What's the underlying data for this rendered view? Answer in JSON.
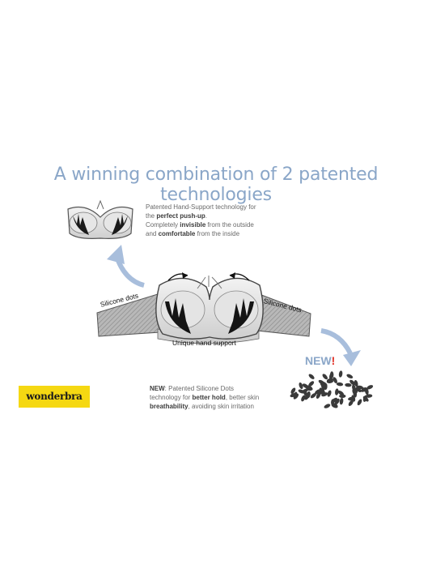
{
  "title": "A winning combination of 2 patented technologies",
  "top_description": {
    "line1": "Patented Hand-Support technology for",
    "line2_pre": "the ",
    "line2_bold": "perfect push-up",
    "line2_post": ".",
    "line3_pre": "Completely ",
    "line3_bold": "invisible",
    "line3_post": " from the outside",
    "line4_pre": "and ",
    "line4_bold": "comfortable",
    "line4_post": " from the inside"
  },
  "labels": {
    "silicone_left": "Silicone dots",
    "silicone_right": "Silicone dots",
    "center": "Unique hand support"
  },
  "new_badge": {
    "text": "NEW",
    "exclaim": "!"
  },
  "bottom_description": {
    "prefix_bold": "NEW",
    "line1_rest": ": Patented Silicone Dots",
    "line2_pre": "technology for ",
    "line2_bold": "better hold",
    "line2_post": ", better skin",
    "line3_bold": "breathability",
    "line3_post": ", avoiding skin irritation"
  },
  "logo": {
    "text": "wonderbra"
  },
  "colors": {
    "title": "#8aa6c8",
    "arrow": "#a8bedc",
    "logo_bg": "#f5d812",
    "exclaim": "#e2352b"
  }
}
